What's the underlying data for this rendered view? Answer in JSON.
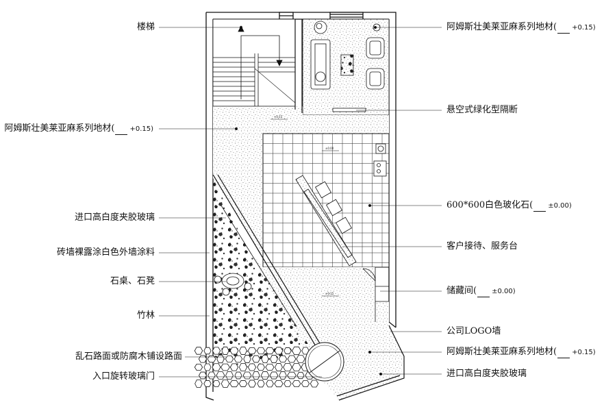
{
  "labels": {
    "left": [
      {
        "id": "stair",
        "text": "楼梯"
      },
      {
        "id": "floor_left",
        "text": "阿姆斯壮美莱亚麻系列地材(",
        "level": "+0.15"
      },
      {
        "id": "entry_glass_left",
        "text": "进口高白度夹胶玻璃"
      },
      {
        "id": "brick_wall",
        "text": "砖墙裸露涂白色外墙涂料"
      },
      {
        "id": "stone_table",
        "text": "石桌、石凳"
      },
      {
        "id": "bamboo",
        "text": "竹林"
      },
      {
        "id": "stone_path",
        "text": "乱石路面或防腐木铺设路面"
      },
      {
        "id": "revolving_door",
        "text": "入口旋转玻璃门"
      }
    ],
    "right": [
      {
        "id": "floor_top",
        "text": "阿姆斯壮美莱亚麻系列地材(",
        "level": "+0.15"
      },
      {
        "id": "partition",
        "text": "悬空式绿化型隔断"
      },
      {
        "id": "tile",
        "text": "600*600白色玻化石(",
        "level": "±0.00"
      },
      {
        "id": "reception",
        "text": "客户接待、服务台"
      },
      {
        "id": "storage",
        "text": "储藏间(",
        "level": "±0.00"
      },
      {
        "id": "logo_wall",
        "text": "公司LOGO墙"
      },
      {
        "id": "floor_bottom",
        "text": "阿姆斯壮美莱亚麻系列地材(",
        "level": "+0.15"
      },
      {
        "id": "entry_glass_right",
        "text": "进口高白度夹胶玻璃"
      }
    ]
  },
  "plan_levels": {
    "upper": "+0.15",
    "tile_area": "±0.00",
    "lower": "+0.15"
  },
  "colors": {
    "line": "#111111",
    "terrazzo_dot": "#555555",
    "background": "#ffffff"
  }
}
